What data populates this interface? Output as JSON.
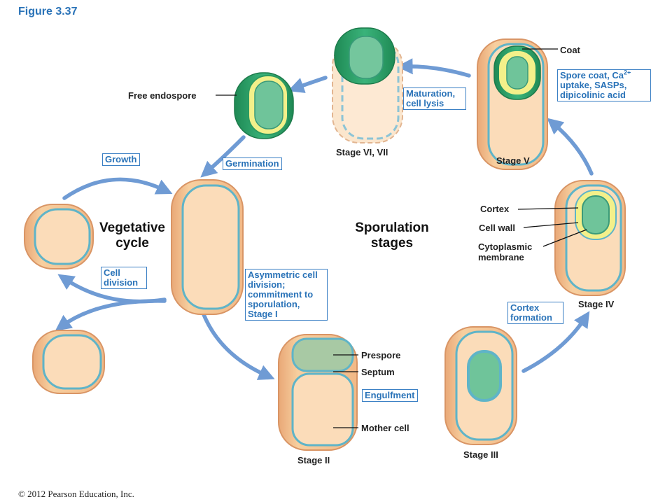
{
  "figure_label": "Figure 3.37",
  "copyright": "© 2012 Pearson Education, Inc.",
  "center_labels": {
    "vegetative_cycle": "Vegetative cycle",
    "sporulation_stages": "Sporulation stages"
  },
  "stages": {
    "stage_2": "Stage II",
    "stage_3": "Stage III",
    "stage_4": "Stage IV",
    "stage_5": "Stage V",
    "stage_6_7": "Stage VI, VII"
  },
  "structure_labels": {
    "free_endospore": "Free endospore",
    "coat": "Coat",
    "cortex": "Cortex",
    "cell_wall": "Cell wall",
    "cytoplasmic_membrane": "Cytoplasmic membrane",
    "prespore": "Prespore",
    "septum": "Septum",
    "mother_cell": "Mother cell"
  },
  "process_boxes": {
    "growth": "Growth",
    "cell_division": "Cell division",
    "germination": "Germination",
    "maturation": "Maturation, cell lysis",
    "spore_coat": "Spore coat, Ca2+ uptake, SASPs, dipicolinic acid",
    "asymmetric": "Asymmetric cell division; commitment to sporulation, Stage I",
    "engulfment": "Engulfment",
    "cortex_formation": "Cortex formation"
  },
  "colors": {
    "cell_fill": "#f9d9b6",
    "cell_edge": "#e7a878",
    "membrane": "#5fb4c8",
    "spore_green": "#6fc49a",
    "spore_dark": "#2c9a62",
    "cortex_yellow": "#f3f08a",
    "arrow_blue": "#6f9bd4",
    "box_blue": "#2a73b8"
  }
}
